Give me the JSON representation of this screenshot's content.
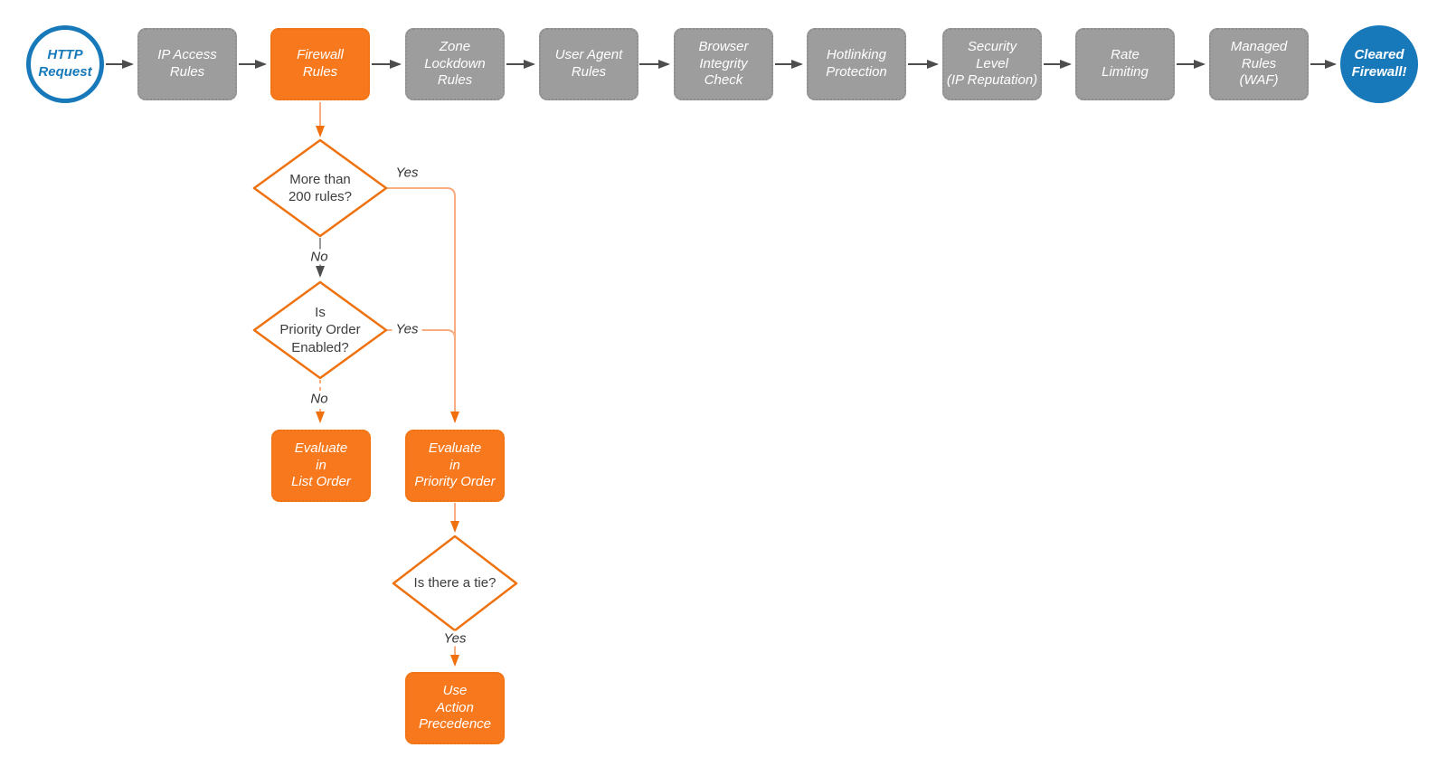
{
  "flow": {
    "start": {
      "label": "HTTP\nRequest"
    },
    "pipeline": [
      {
        "label": "IP Access\nRules"
      },
      {
        "label": "Firewall\nRules"
      },
      {
        "label": "Zone\nLockdown\nRules"
      },
      {
        "label": "User Agent\nRules"
      },
      {
        "label": "Browser\nIntegrity\nCheck"
      },
      {
        "label": "Hotlinking\nProtection"
      },
      {
        "label": "Security\nLevel\n(IP Reputation)"
      },
      {
        "label": "Rate\nLimiting"
      },
      {
        "label": "Managed\nRules\n(WAF)"
      }
    ],
    "end": {
      "label": "Cleared\nFirewall!"
    },
    "decisions": [
      {
        "label": "More than\n200 rules?"
      },
      {
        "label": "Is\nPriority Order\nEnabled?"
      },
      {
        "label": "Is there a tie?"
      }
    ],
    "actions": [
      {
        "label": "Evaluate\nin\nList Order"
      },
      {
        "label": "Evaluate\nin\nPriority Order"
      },
      {
        "label": "Use\nAction\nPrecedence"
      }
    ],
    "edge_labels": {
      "more_rules_yes": "Yes",
      "more_rules_no": "No",
      "priority_yes": "Yes",
      "priority_no": "No",
      "tie_yes": "Yes"
    }
  },
  "colors": {
    "accent_orange": "#F8791D",
    "orange_border": "#EE720F",
    "orange_line": "#F8AC80",
    "node_gray": "#9D9D9D",
    "gray_border": "#8D8D8D",
    "accent_blue": "#1779BA",
    "connector_dark": "#4D4D4D",
    "label_dark": "#3D3D3D",
    "node_text": "#FFFFFF",
    "background": "#FFFFFF"
  }
}
